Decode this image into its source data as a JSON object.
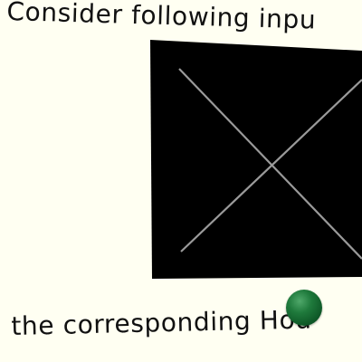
{
  "instructions": {
    "top_text": "Consider following inpu",
    "bottom_text": "the corresponding Hou"
  },
  "input_image": {
    "background_color": "#000000",
    "line_color": "#9a9a9a",
    "content": "two crossing diagonal lines"
  },
  "cursor": {
    "color": "#1f7a3c"
  }
}
